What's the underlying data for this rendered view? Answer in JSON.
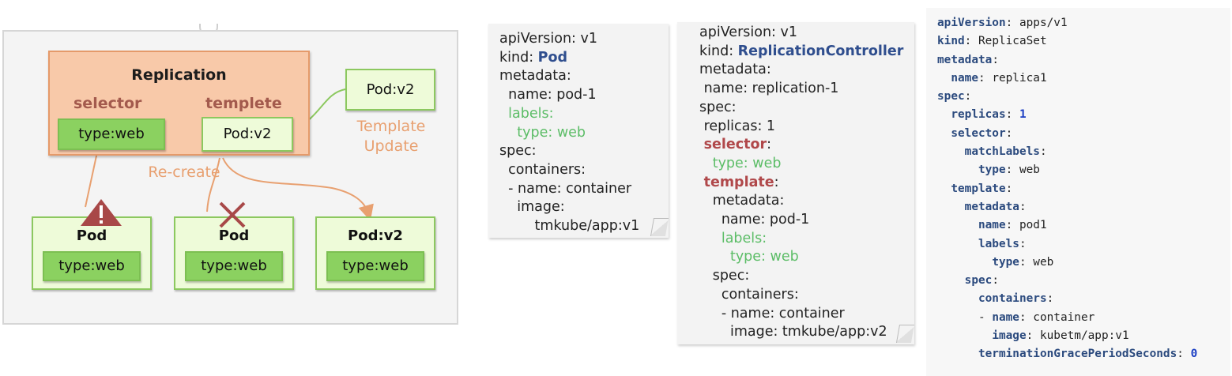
{
  "diagram": {
    "controller_title": "Replication",
    "selector_label": "selector",
    "selector_value": "type:web",
    "template_label": "templete",
    "template_value": "Pod:v2",
    "update_pod": "Pod:v2",
    "update_caption_line1": "Template",
    "update_caption_line2": "Update",
    "recreate_caption": "Re-create",
    "pods": [
      {
        "title": "Pod",
        "label": "type:web",
        "status_icon": "warning-icon"
      },
      {
        "title": "Pod",
        "label": "type:web",
        "status_icon": "deleted-x-icon"
      },
      {
        "title": "Pod:v2",
        "label": "type:web",
        "status_icon": "none"
      }
    ],
    "colors": {
      "controller_fill": "#f8c9a9",
      "label_green": "#8bd160",
      "arrow_orange": "#e8a070",
      "warning_red": "#a84848"
    }
  },
  "pod_yaml": {
    "lines": [
      {
        "indent": "",
        "key": "apiVersion:",
        "value": " v1",
        "style": "plain"
      },
      {
        "indent": "",
        "key": "kind:",
        "value": " Pod",
        "style": "kind"
      },
      {
        "indent": "",
        "key": "metadata:",
        "value": "",
        "style": "plain"
      },
      {
        "indent": "  ",
        "key": "name:",
        "value": " pod-1",
        "style": "plain"
      },
      {
        "indent": "  ",
        "key": "labels:",
        "value": "",
        "style": "green"
      },
      {
        "indent": "    ",
        "key": "type:",
        "value": " web",
        "style": "green"
      },
      {
        "indent": "",
        "key": "spec:",
        "value": "",
        "style": "plain"
      },
      {
        "indent": "  ",
        "key": "containers:",
        "value": "",
        "style": "plain"
      },
      {
        "indent": "  ",
        "key": "- name:",
        "value": " container",
        "style": "plain"
      },
      {
        "indent": "    ",
        "key": "image:",
        "value": "",
        "style": "plain"
      },
      {
        "indent": "        ",
        "key": "",
        "value": "tmkube/app:v1",
        "style": "plain"
      }
    ]
  },
  "rc_yaml": {
    "lines": [
      {
        "indent": "",
        "key": "apiVersion:",
        "value": " v1",
        "style": "plain"
      },
      {
        "indent": "",
        "key": "kind:",
        "value": " ReplicationController",
        "style": "kind"
      },
      {
        "indent": "",
        "key": "metadata:",
        "value": "",
        "style": "plain"
      },
      {
        "indent": " ",
        "key": "name:",
        "value": " replication-1",
        "style": "plain"
      },
      {
        "indent": "",
        "key": "spec:",
        "value": "",
        "style": "plain"
      },
      {
        "indent": " ",
        "key": "replicas:",
        "value": " 1",
        "style": "plain"
      },
      {
        "indent": " ",
        "key": "selector",
        "value": ":",
        "style": "red"
      },
      {
        "indent": "   ",
        "key": "type:",
        "value": " web",
        "style": "green"
      },
      {
        "indent": " ",
        "key": "template",
        "value": ":",
        "style": "red"
      },
      {
        "indent": "   ",
        "key": "metadata:",
        "value": "",
        "style": "plain"
      },
      {
        "indent": "     ",
        "key": "name:",
        "value": " pod-1",
        "style": "plain"
      },
      {
        "indent": "     ",
        "key": "labels:",
        "value": "",
        "style": "green"
      },
      {
        "indent": "       ",
        "key": "type:",
        "value": " web",
        "style": "green"
      },
      {
        "indent": "   ",
        "key": "spec:",
        "value": "",
        "style": "plain"
      },
      {
        "indent": "     ",
        "key": "containers:",
        "value": "",
        "style": "plain"
      },
      {
        "indent": "     ",
        "key": "- name:",
        "value": " container",
        "style": "plain"
      },
      {
        "indent": "       ",
        "key": "image:",
        "value": " tmkube/app:v2",
        "style": "plain"
      }
    ]
  },
  "rs_yaml": {
    "lines": [
      {
        "indent": "",
        "dash": "",
        "key": "apiVersion",
        "value": " apps/v1",
        "num": false
      },
      {
        "indent": "",
        "dash": "",
        "key": "kind",
        "value": " ReplicaSet",
        "num": false
      },
      {
        "indent": "",
        "dash": "",
        "key": "metadata",
        "value": "",
        "num": false
      },
      {
        "indent": "  ",
        "dash": "",
        "key": "name",
        "value": " replica1",
        "num": false
      },
      {
        "indent": "",
        "dash": "",
        "key": "spec",
        "value": "",
        "num": false
      },
      {
        "indent": "  ",
        "dash": "",
        "key": "replicas",
        "value": " 1",
        "num": true
      },
      {
        "indent": "  ",
        "dash": "",
        "key": "selector",
        "value": "",
        "num": false
      },
      {
        "indent": "    ",
        "dash": "",
        "key": "matchLabels",
        "value": "",
        "num": false
      },
      {
        "indent": "      ",
        "dash": "",
        "key": "type",
        "value": " web",
        "num": false
      },
      {
        "indent": "  ",
        "dash": "",
        "key": "template",
        "value": "",
        "num": false
      },
      {
        "indent": "    ",
        "dash": "",
        "key": "metadata",
        "value": "",
        "num": false
      },
      {
        "indent": "      ",
        "dash": "",
        "key": "name",
        "value": " pod1",
        "num": false
      },
      {
        "indent": "      ",
        "dash": "",
        "key": "labels",
        "value": "",
        "num": false
      },
      {
        "indent": "        ",
        "dash": "",
        "key": "type",
        "value": " web",
        "num": false
      },
      {
        "indent": "    ",
        "dash": "",
        "key": "spec",
        "value": "",
        "num": false
      },
      {
        "indent": "      ",
        "dash": "",
        "key": "containers",
        "value": "",
        "num": false
      },
      {
        "indent": "      ",
        "dash": "- ",
        "key": "name",
        "value": " container",
        "num": false
      },
      {
        "indent": "        ",
        "dash": "",
        "key": "image",
        "value": " kubetm/app:v1",
        "num": false
      },
      {
        "indent": "      ",
        "dash": "",
        "key": "terminationGracePeriodSeconds",
        "value": " 0",
        "num": true
      }
    ]
  }
}
